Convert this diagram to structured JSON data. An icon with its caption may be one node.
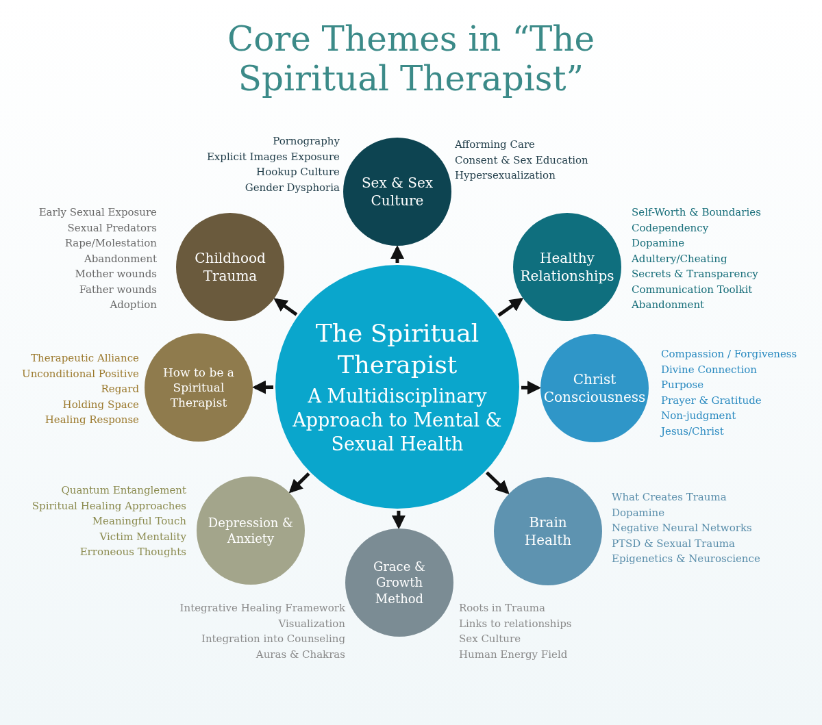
{
  "diagram": {
    "title": "Core Themes in “The Spiritual Therapist”",
    "nodes": [
      {
        "text": [
          "The Spiritual Therapist",
          "A Multidisciplinary Approach to Mental & Sexual Health"
        ]
      },
      {
        "text": [
          "Sex & Sex Culture"
        ],
        "beside": [
          "Pornography",
          "Explicit Images Exposure",
          "Hookup Culture",
          "Gender Dysphoria",
          "Afforming Care",
          "Consent & Sex Education",
          "Hypersexualization"
        ]
      },
      {
        "text": [
          "Healthy Relationships"
        ],
        "beside": [
          "Self-Worth & Boundaries",
          "Codependency",
          "Dopamine",
          "Adultery/Cheating",
          "Secrets & Transparency",
          "Communication Toolkit",
          "Abandonment"
        ]
      },
      {
        "text": [
          "Christ Consciousness"
        ],
        "beside": [
          "Compassion / Forgiveness",
          "Divine Connection",
          "Purpose",
          "Prayer & Gratitude",
          "Non-judgment",
          "Jesus/Christ"
        ]
      },
      {
        "text": [
          "Brain Health"
        ],
        "beside": [
          "What Creates Trauma",
          "Dopamine",
          "Negative Neural Networks",
          "PTSD & Sexual Trauma",
          "Epigenetics & Neuroscience"
        ]
      },
      {
        "text": [
          "Grace & Growth Method"
        ],
        "beside": [
          "Integrative Healing Framework",
          "Visualization",
          "Integration into Counseling",
          "Auras & Chakras",
          "Roots in Trauma",
          "Links to relationships",
          "Sex Culture",
          "Human Energy Field"
        ]
      },
      {
        "text": [
          "Depression & Anxiety"
        ],
        "beside": [
          "Quantum Entanglement",
          "Spiritual Healing Approaches",
          "Meaningful Touch",
          "Victim Mentality",
          "Erroneous Thoughts"
        ]
      },
      {
        "text": [
          "How to be a Spiritual Therapist"
        ],
        "beside": [
          "Therapeutic Alliance",
          "Unconditional Positive Regard",
          "Holding Space",
          "Healing Response"
        ]
      },
      {
        "text": [
          "Childhood Trauma"
        ],
        "beside": [
          "Early Sexual Exposure",
          "Sexual Predators",
          "Rape/Molestation",
          "Abandonment",
          "Mother wounds",
          "Father wounds",
          "Adoption"
        ]
      }
    ],
    "edges": [
      {
        "from": 0,
        "to": 1,
        "arrow": "to"
      },
      {
        "from": 0,
        "to": 2,
        "arrow": "to"
      },
      {
        "from": 0,
        "to": 3,
        "arrow": "to"
      },
      {
        "from": 0,
        "to": 4,
        "arrow": "to"
      },
      {
        "from": 0,
        "to": 5,
        "arrow": "to"
      },
      {
        "from": 0,
        "to": 6,
        "arrow": "to"
      },
      {
        "from": 0,
        "to": 7,
        "arrow": "to"
      },
      {
        "from": 0,
        "to": 8,
        "arrow": "to"
      }
    ]
  }
}
